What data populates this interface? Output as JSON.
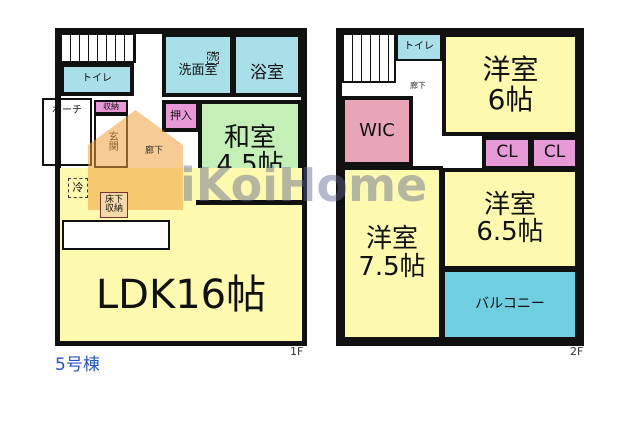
{
  "building_label": "5号棟",
  "floor1": {
    "label": "1F",
    "rooms": {
      "toilet": "トイレ",
      "washroom": "洗面室",
      "washer": "洗",
      "bath": "浴室",
      "porch": "ポーチ",
      "storage": "収納",
      "closet": "押入",
      "japanese_room": "和室\n4.5帖",
      "entrance": "玄関",
      "hallway": "廊下",
      "fridge": "冷",
      "underfloor": "床下\n収納",
      "ldk": "LDK16帖"
    }
  },
  "floor2": {
    "label": "2F",
    "rooms": {
      "toilet": "トイレ",
      "hallway": "廊下",
      "wic": "WIC",
      "western_6": "洋室\n6帖",
      "cl1": "CL",
      "cl2": "CL",
      "western_75": "洋室\n7.5帖",
      "western_65": "洋室\n6.5帖",
      "balcony": "バルコニー"
    }
  },
  "watermark": "iKoiHome",
  "colors": {
    "living": "#fdfab0",
    "wet": "#a9dfe8",
    "tatami": "#c4f0b8",
    "storage": "#e89ad8",
    "wic": "#e8a5b8",
    "balcony": "#6fcfe0",
    "label": "#2255cc"
  }
}
